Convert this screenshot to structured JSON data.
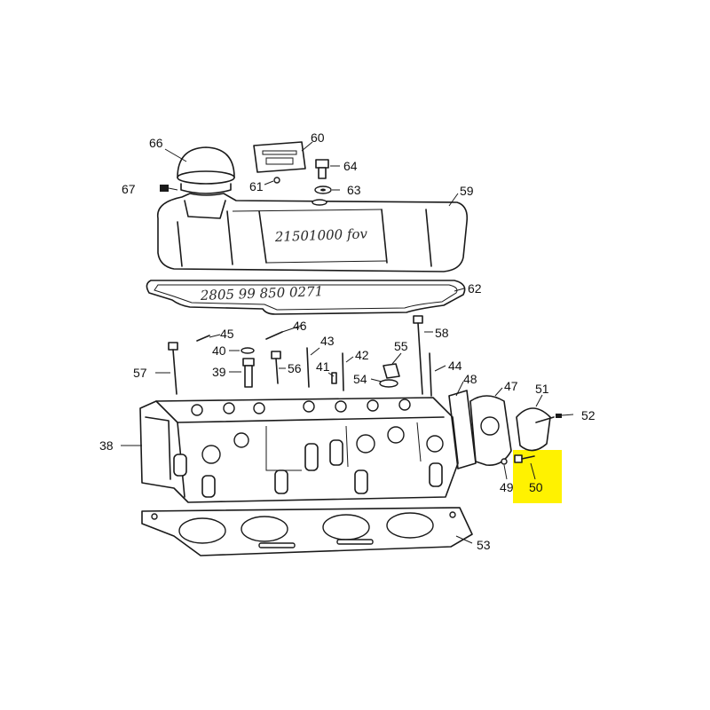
{
  "highlight_color": "#fff200",
  "ink_color": "#1a1a1a",
  "highlighted_part": "50",
  "callouts": {
    "p66": "66",
    "p60": "60",
    "p64": "64",
    "p67": "67",
    "p61": "61",
    "p63": "63",
    "p59": "59",
    "p62": "62",
    "p45": "45",
    "p46": "46",
    "p58": "58",
    "p40": "40",
    "p43": "43",
    "p55": "55",
    "p57": "57",
    "p39": "39",
    "p56": "56",
    "p41": "41",
    "p42": "42",
    "p54": "54",
    "p44": "44",
    "p48": "48",
    "p47": "47",
    "p51": "51",
    "p52": "52",
    "p38": "38",
    "p49": "49",
    "p50": "50",
    "p53": "53"
  },
  "handwriting": {
    "cover": "21501000 fov",
    "gasket": "2805 99 850 0271"
  }
}
